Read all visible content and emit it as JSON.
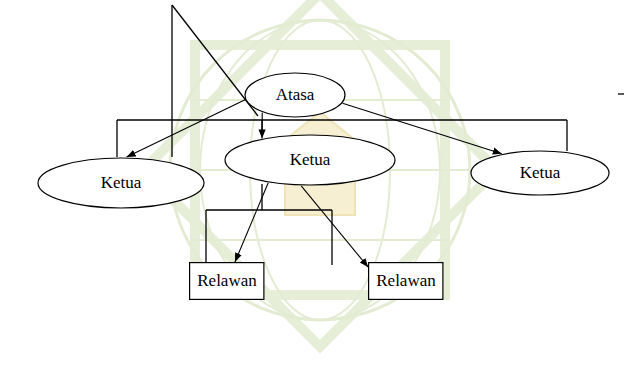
{
  "diagram": {
    "nodes": [
      {
        "text": [
          "Atasa"
        ]
      },
      {
        "text": [
          "Ketua"
        ]
      },
      {
        "text": [
          "Ketua"
        ]
      },
      {
        "text": [
          "Ketua"
        ]
      },
      {
        "text": [
          "Relawan"
        ]
      },
      {
        "text": [
          "Relawan"
        ]
      }
    ],
    "edges": [
      {
        "from": 0,
        "to": 1,
        "arrow": "to"
      },
      {
        "from": 0,
        "to": 2,
        "arrow": "to"
      },
      {
        "from": 0,
        "to": 3,
        "arrow": "to"
      },
      {
        "from": 2,
        "to": 4,
        "arrow": "to"
      },
      {
        "from": 2,
        "to": 5,
        "arrow": "to"
      }
    ]
  }
}
